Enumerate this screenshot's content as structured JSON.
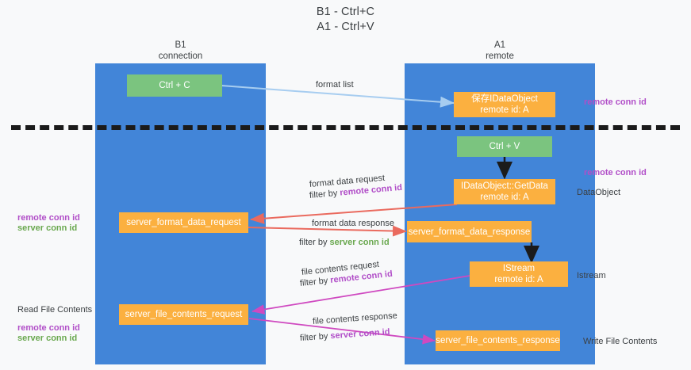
{
  "title": {
    "line1": "B1 - Ctrl+C",
    "line2": "A1 - Ctrl+V"
  },
  "lanes": [
    {
      "name": "B1",
      "sub": "connection"
    },
    {
      "name": "A1",
      "sub": "remote"
    }
  ],
  "nodes": {
    "ctrl_c": {
      "line1": "Ctrl + C"
    },
    "save_idataobject": {
      "line1": "保存IDataObject",
      "line2": "remote id: A"
    },
    "ctrl_v": {
      "line1": "Ctrl + V"
    },
    "getdata": {
      "line1": "IDataObject::GetData",
      "line2": "remote id: A"
    },
    "server_format_data_request": {
      "line1": "server_format_data_request"
    },
    "server_format_data_response": {
      "line1": "server_format_data_response"
    },
    "istream": {
      "line1": "IStream",
      "line2": "remote id: A"
    },
    "server_file_contents_request": {
      "line1": "server_file_contents_request"
    },
    "server_file_contents_response": {
      "line1": "server_file_contents_response"
    }
  },
  "edge_labels": {
    "format_list": "format list",
    "format_data_request": "format data request",
    "format_data_request_filter_prefix": "filter by ",
    "format_data_request_filter_key": "remote conn id",
    "format_data_response": "format data response",
    "format_data_response_filter_prefix": "filter by ",
    "format_data_response_filter_key": "server conn id",
    "file_contents_request": "file contents request",
    "file_contents_request_filter_prefix": "filter by ",
    "file_contents_request_filter_key": "remote conn id",
    "file_contents_response": "file contents response",
    "file_contents_response_filter_prefix": "filter by ",
    "file_contents_response_filter_key": "server conn id"
  },
  "annotations": {
    "right_remote_conn_id_top": "remote conn id",
    "right_remote_conn_id_mid": "remote conn id",
    "right_dataobject": "DataObject",
    "right_istream": "Istream",
    "right_write_file_contents": "Write File Contents",
    "left_remote_conn_id_mid": "remote conn id",
    "left_server_conn_id_mid": "server conn id",
    "left_read_file_contents": "Read File Contents",
    "left_remote_conn_id_bottom": "remote conn id",
    "left_server_conn_id_bottom": "server conn id"
  },
  "colors": {
    "lane": "#4285d8",
    "green_box": "#7bc47f",
    "orange_box": "#fbb040",
    "edge_blue": "#a7cdf0",
    "edge_red": "#ea6a5e",
    "edge_magenta": "#cf49c0",
    "edge_black": "#1b1b1b",
    "accent_purple": "#b14ec8",
    "accent_green": "#6aa84f"
  }
}
